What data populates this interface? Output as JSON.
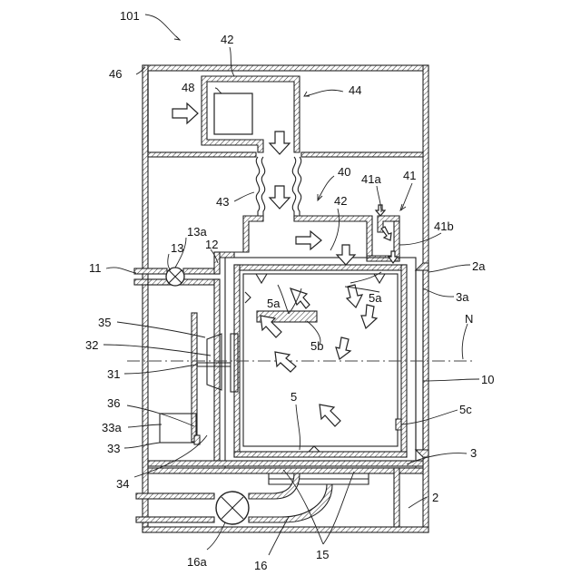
{
  "labels": {
    "l101": "101",
    "l42top": "42",
    "l46": "46",
    "l48": "48",
    "l44": "44",
    "l40": "40",
    "l41a": "41a",
    "l41": "41",
    "l43": "43",
    "l42mid": "42",
    "l41b": "41b",
    "l13a": "13a",
    "l13": "13",
    "l12": "12",
    "l11": "11",
    "l2a": "2a",
    "l5a_left": "5a",
    "l5a_right": "5a",
    "l3a": "3a",
    "lN": "N",
    "l35": "35",
    "l5b": "5b",
    "l32": "32",
    "l31": "31",
    "l10": "10",
    "l5": "5",
    "l36": "36",
    "l5c": "5c",
    "l33a": "33a",
    "l33": "33",
    "l3": "3",
    "l34": "34",
    "l2": "2",
    "l15": "15",
    "l16a": "16a",
    "l16": "16"
  }
}
